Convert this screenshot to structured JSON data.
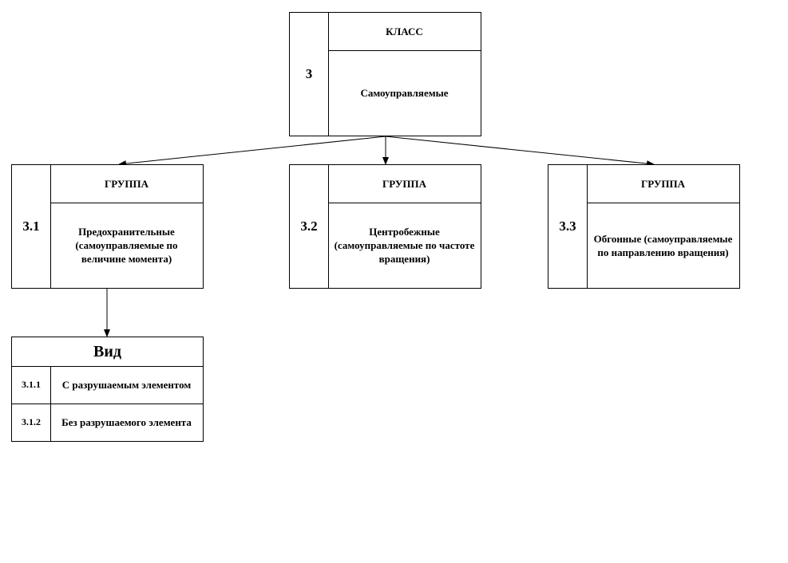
{
  "class_box": {
    "number": "3",
    "header": "КЛАСС",
    "label": "Самоуправляемые"
  },
  "groups": [
    {
      "number": "3.1",
      "header": "ГРУППА",
      "label": "Предохранительные (самоуправляемые по величине момента)"
    },
    {
      "number": "3.2",
      "header": "ГРУППА",
      "label": "Центробежные (самоуправляемые по частоте вращения)"
    },
    {
      "number": "3.3",
      "header": "ГРУППА",
      "label": "Обгонные (самоуправляемые по направлению вращения)"
    }
  ],
  "vid_box": {
    "header": "Вид",
    "rows": [
      {
        "number": "3.1.1",
        "label": "С разрушаемым элементом"
      },
      {
        "number": "3.1.2",
        "label": "Без разрушаемого элемента"
      }
    ]
  }
}
